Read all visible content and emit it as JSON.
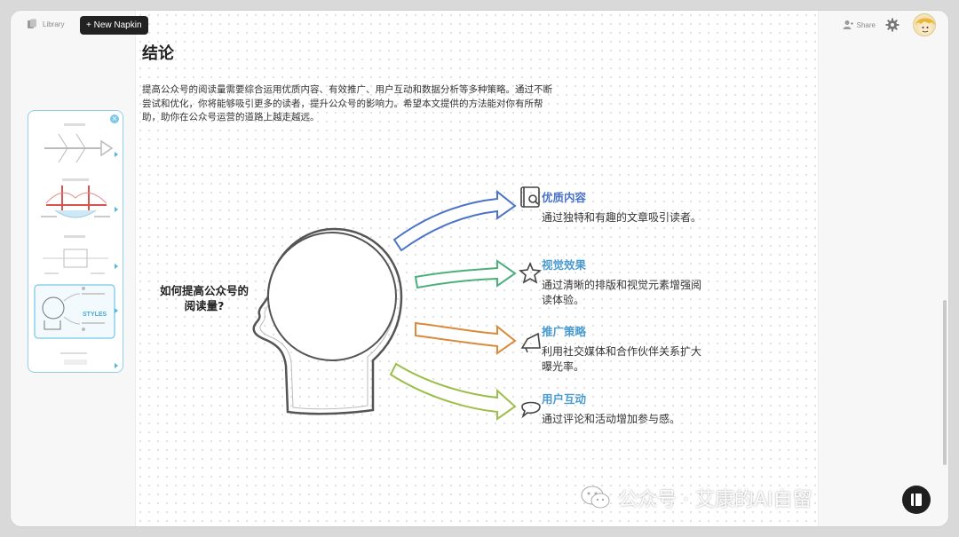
{
  "toolbar": {
    "library_label": "Library",
    "new_napkin_label": "+ New Napkin",
    "share_label": "Share"
  },
  "document": {
    "title": "结论",
    "paragraph": "提高公众号的阅读量需要综合运用优质内容、有效推广、用户互动和数据分析等多种策略。通过不断尝试和优化，你将能够吸引更多的读者，提升公众号的影响力。希望本文提供的方法能对你有所帮助，助你在公众号运营的道路上越走越远。"
  },
  "styles_panel": {
    "styles_label": "STYLES",
    "close_glyph": "×"
  },
  "diagram": {
    "center_label": "如何提高公众号的阅读量?",
    "items": [
      {
        "title": "优质内容",
        "desc": "通过独特和有趣的文章吸引读者。",
        "color": "#4a73c9",
        "icon": "book-search-icon"
      },
      {
        "title": "视觉效果",
        "desc": "通过清晰的排版和视觉元素增强阅读体验。",
        "color": "#4a9bd0",
        "icon": "star-sparkle-icon"
      },
      {
        "title": "推广策略",
        "desc": "利用社交媒体和合作伙伴关系扩大曝光率。",
        "color": "#4a9bd0",
        "icon": "megaphone-icon"
      },
      {
        "title": "用户互动",
        "desc": "通过评论和活动增加参与感。",
        "color": "#4a9bd0",
        "icon": "chat-bubble-icon"
      }
    ],
    "arrow_colors": [
      "#4a73c9",
      "#4caf7c",
      "#d98a3a",
      "#9bbf4a"
    ]
  },
  "watermark": {
    "text": "公众号 · 艾康的AI自留"
  }
}
